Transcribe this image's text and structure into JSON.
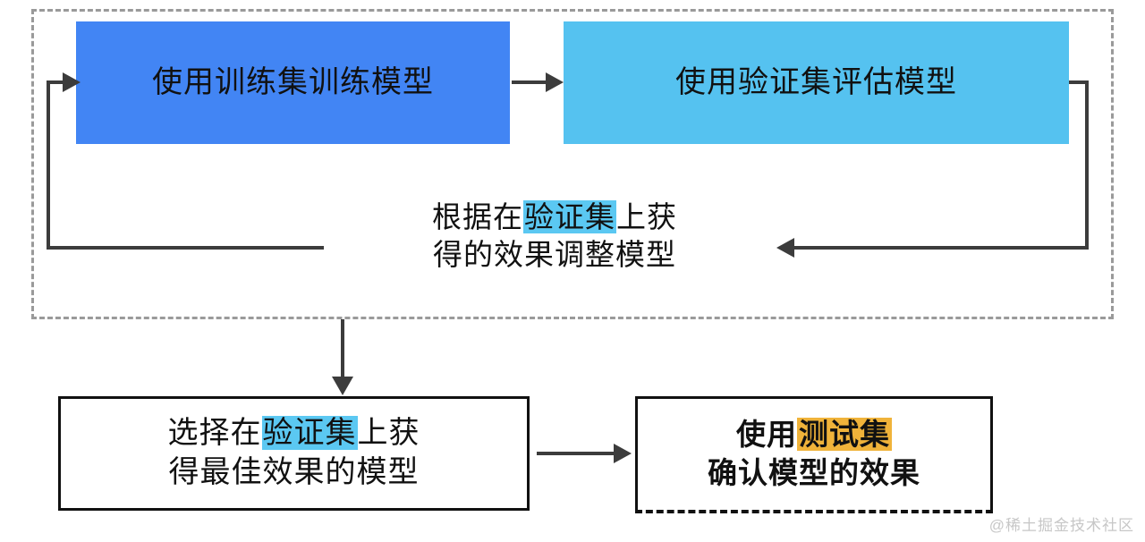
{
  "diagram": {
    "title_text": "",
    "colors": {
      "train_box_fill": "#4285f4",
      "validate_box_fill": "#55c2f0",
      "validation_highlight": "#5bc8f2",
      "test_highlight": "#f0b33a",
      "connector": "#3c3c3c",
      "group_border": "#9a9a9a",
      "box_border": "#111111"
    },
    "nodes": {
      "train": {
        "label": "使用训练集训练模型"
      },
      "validate": {
        "label": "使用验证集评估模型"
      },
      "select": {
        "line1_pre": "选择在",
        "line1_highlight": "验证集",
        "line1_post": "上获",
        "line2": "得最佳效果的模型"
      },
      "test": {
        "line1_pre": "使用",
        "line1_highlight": "测试集",
        "line2": "确认模型的效果"
      }
    },
    "loop_caption": {
      "line1_pre": "根据在",
      "line1_highlight": "验证集",
      "line1_post": "上获",
      "line2": "得的效果调整模型"
    },
    "watermark": "@稀土掘金技术社区"
  }
}
